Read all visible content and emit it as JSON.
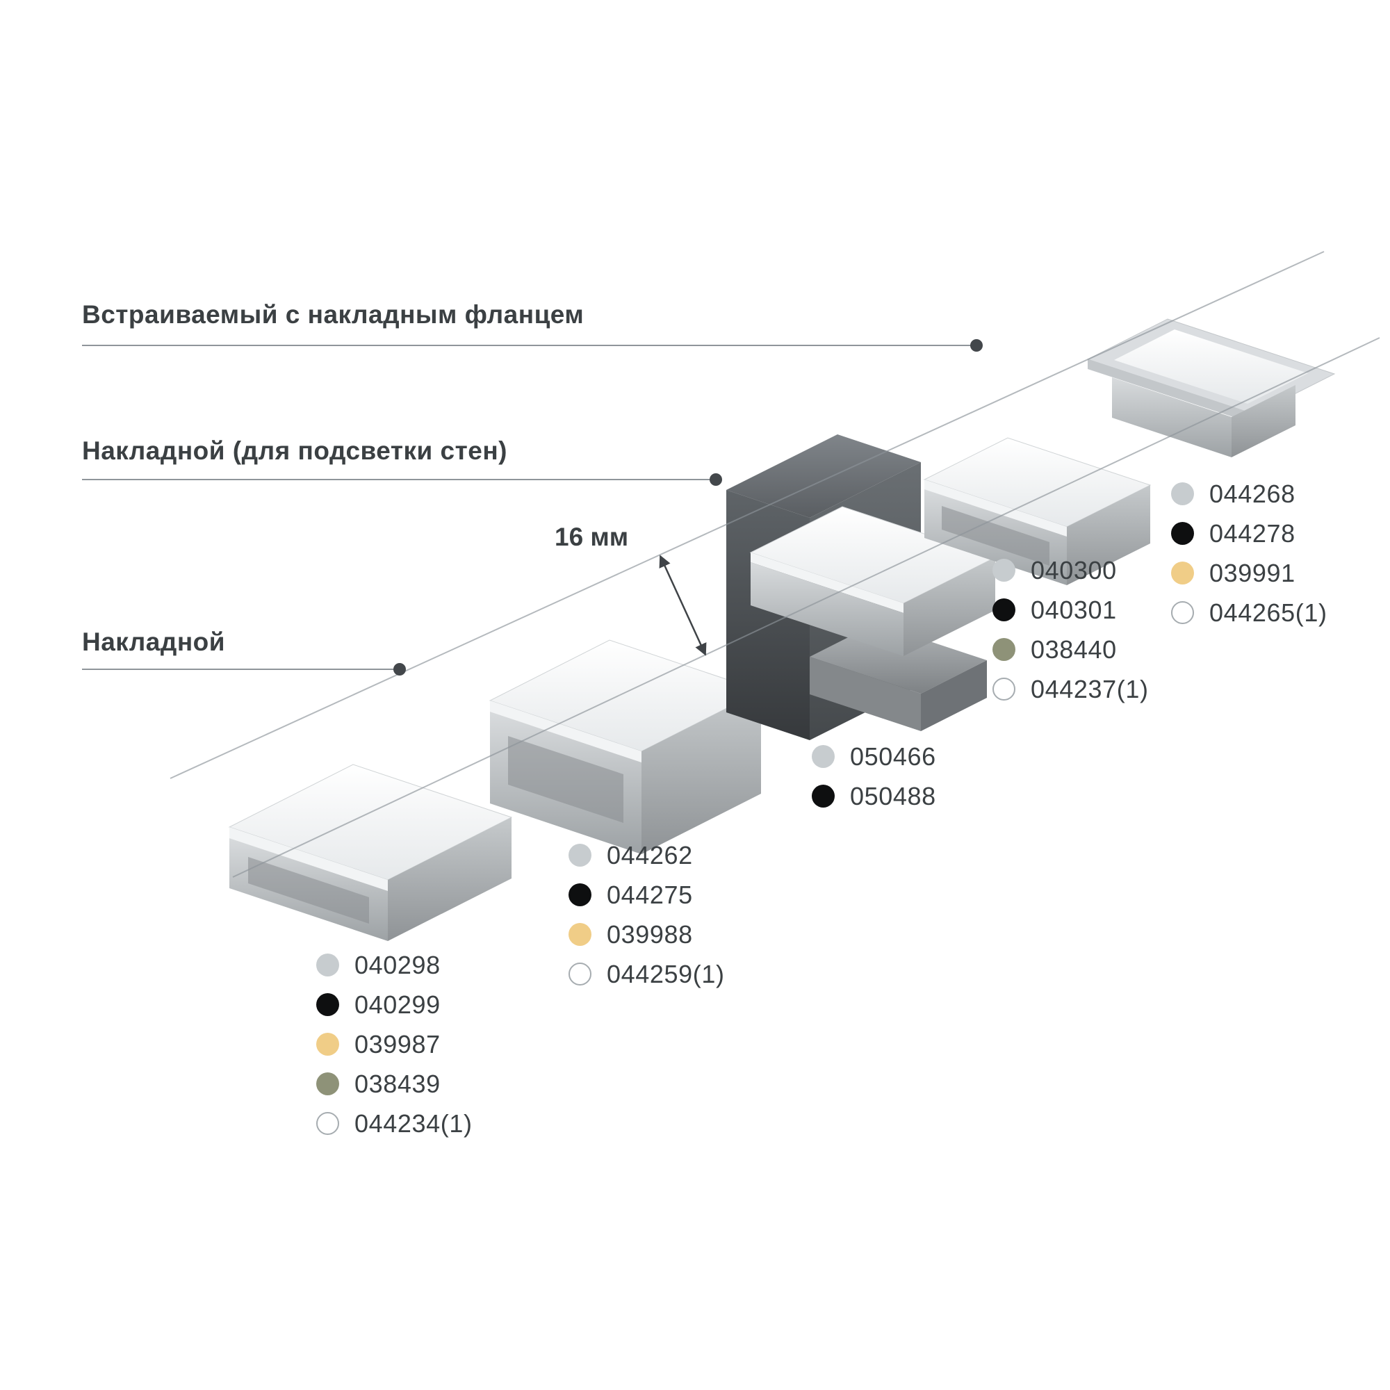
{
  "labels": {
    "recessed_flange": "Встраиваемый с накладным фланцем",
    "surface_wall": "Накладной (для подсветки стен)",
    "surface": "Накладной",
    "dimension": "16 мм"
  },
  "colors": {
    "silver": "#c7cccf",
    "black": "#0e0f10",
    "gold": "#f0cd87",
    "olive": "#8e9278",
    "white": "#ffffff",
    "white_border": "#a6acb0"
  },
  "groups": [
    {
      "name": "surface-profile-low",
      "items": [
        {
          "code": "040298",
          "color": "silver"
        },
        {
          "code": "040299",
          "color": "black"
        },
        {
          "code": "039987",
          "color": "gold"
        },
        {
          "code": "038439",
          "color": "olive"
        },
        {
          "code": "044234(1)",
          "color": "white"
        }
      ]
    },
    {
      "name": "surface-profile-high",
      "items": [
        {
          "code": "044262",
          "color": "silver"
        },
        {
          "code": "044275",
          "color": "black"
        },
        {
          "code": "039988",
          "color": "gold"
        },
        {
          "code": "044259(1)",
          "color": "white"
        }
      ]
    },
    {
      "name": "wall-profile",
      "items": [
        {
          "code": "050466",
          "color": "silver"
        },
        {
          "code": "050488",
          "color": "black"
        }
      ]
    },
    {
      "name": "recessed-profile",
      "items": [
        {
          "code": "040300",
          "color": "silver"
        },
        {
          "code": "040301",
          "color": "black"
        },
        {
          "code": "038440",
          "color": "olive"
        },
        {
          "code": "044237(1)",
          "color": "white"
        }
      ]
    },
    {
      "name": "recessed-flange-profile",
      "items": [
        {
          "code": "044268",
          "color": "silver"
        },
        {
          "code": "044278",
          "color": "black"
        },
        {
          "code": "039991",
          "color": "gold"
        },
        {
          "code": "044265(1)",
          "color": "white"
        }
      ]
    }
  ]
}
